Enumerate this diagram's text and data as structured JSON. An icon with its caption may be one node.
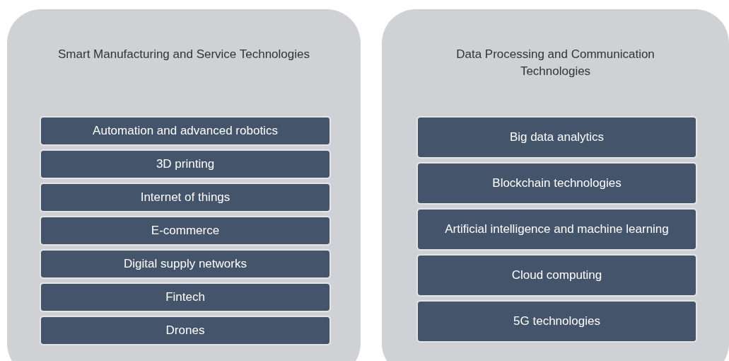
{
  "diagram": {
    "nodes": [
      {
        "text": [
          "Smart Manufacturing and Service Technologies"
        ]
      },
      {
        "text": [
          "Automation and advanced robotics"
        ],
        "in": 0
      },
      {
        "text": [
          "3D printing"
        ],
        "in": 0
      },
      {
        "text": [
          "Internet of things"
        ],
        "in": 0
      },
      {
        "text": [
          "E-commerce"
        ],
        "in": 0
      },
      {
        "text": [
          "Digital supply networks"
        ],
        "in": 0
      },
      {
        "text": [
          "Fintech"
        ],
        "in": 0
      },
      {
        "text": [
          "Drones"
        ],
        "in": 0
      },
      {
        "text": [
          "Data Processing and Communication Technologies"
        ]
      },
      {
        "text": [
          "Big data analytics"
        ],
        "in": 8
      },
      {
        "text": [
          "Blockchain technologies"
        ],
        "in": 8
      },
      {
        "text": [
          "Artificial intelligence and machine learning"
        ],
        "in": 8
      },
      {
        "text": [
          "Cloud computing"
        ],
        "in": 8
      },
      {
        "text": [
          "5G technologies"
        ],
        "in": 8
      }
    ]
  }
}
